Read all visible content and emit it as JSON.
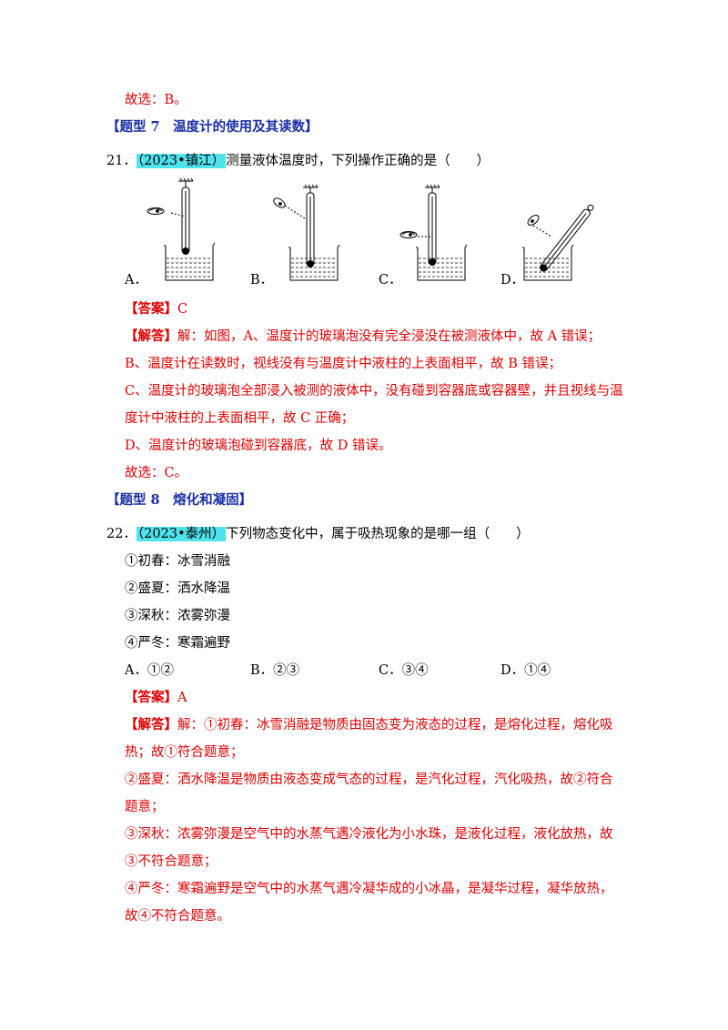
{
  "q20_tail": {
    "conclusion": "故选：B。"
  },
  "section7": {
    "title": "【题型 7　温度计的使用及其读数】"
  },
  "q21": {
    "number": "21．",
    "source": "（2023•镇江）",
    "stem": "测量液体温度时，下列操作正确的是（　　）",
    "options": [
      "A．",
      "B．",
      "C．",
      "D．"
    ],
    "answer_label": "【答案】",
    "answer": "C",
    "analysis_label": "【解答】",
    "analysis": [
      "解：如图，A、温度计的玻璃泡没有完全浸没在被测液体中，故 A 错误；",
      "B、温度计在读数时，视线没有与温度计中液柱的上表面相平，故 B 错误；",
      "C、温度计的玻璃泡全部浸入被测的液体中，没有碰到容器底或容器壁，并且视线与温",
      "度计中液柱的上表面相平，故 C 正确；",
      "D、温度计的玻璃泡碰到容器底，故 D 错误。",
      "故选：C。"
    ]
  },
  "section8": {
    "title": "【题型 8　熔化和凝固】"
  },
  "q22": {
    "number": "22．",
    "source": "（2023•泰州）",
    "stem": "下列物态变化中，属于吸热现象的是哪一组（　　）",
    "items": [
      "①初春：冰雪消融",
      "②盛夏：洒水降温",
      "③深秋：浓雾弥漫",
      "④严冬：寒霜遍野"
    ],
    "options": [
      "A．①②",
      "B．②③",
      "C．③④",
      "D．①④"
    ],
    "answer_label": "【答案】",
    "answer": "A",
    "analysis_label": "【解答】",
    "analysis": [
      "解：①初春：冰雪消融是物质由固态变为液态的过程，是熔化过程，熔化吸",
      "热；故①符合题意；",
      "②盛夏：洒水降温是物质由液态变成气态的过程，是汽化过程，汽化吸热，故②符合",
      "题意；",
      "③深秋：浓雾弥漫是空气中的水蒸气遇冷液化为小水珠，是液化过程，液化放热，故",
      "③不符合题意；",
      "④严冬：寒霜遍野是空气中的水蒸气遇冷凝华成的小冰晶，是凝华过程，凝华放热，",
      "故④不符合题意。"
    ]
  }
}
